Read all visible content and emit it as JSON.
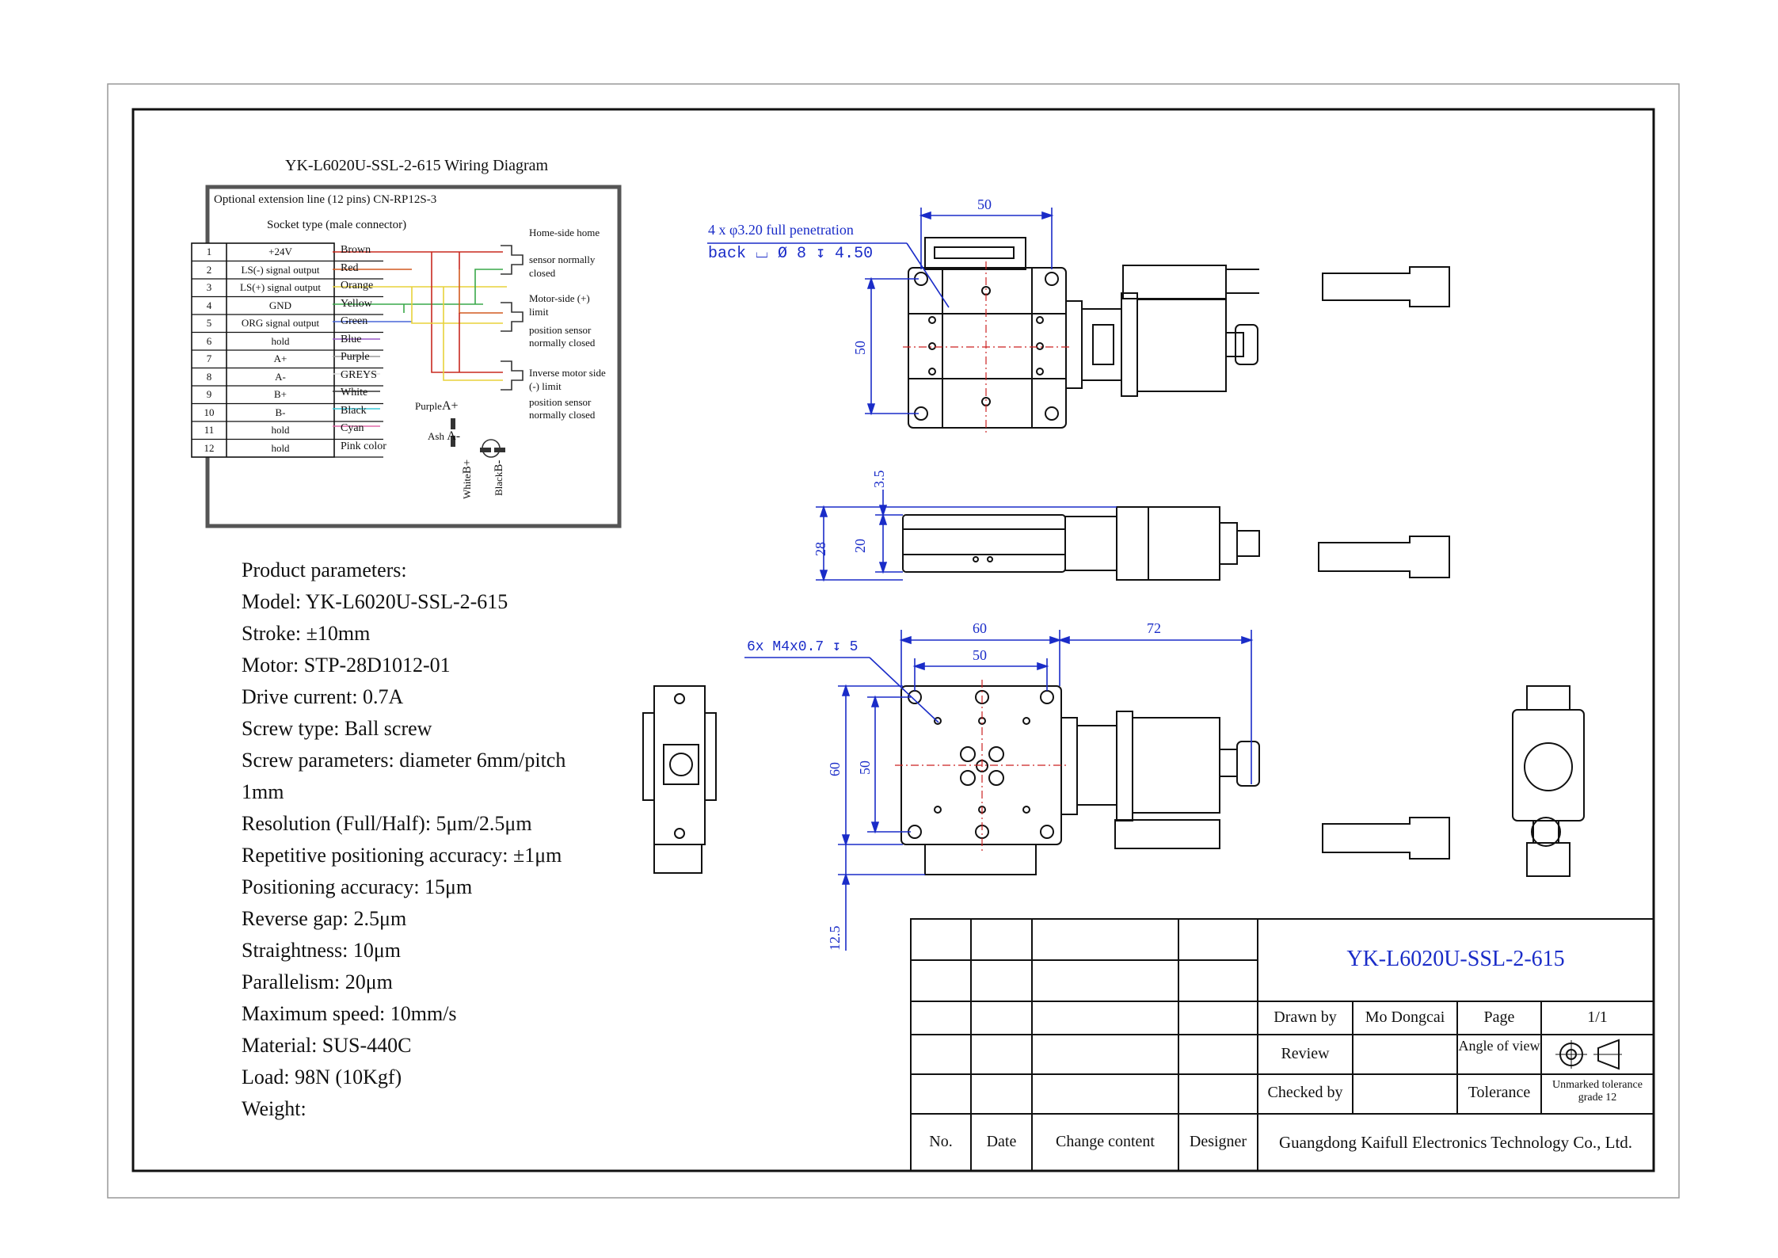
{
  "wiring": {
    "title": "YK-L6020U-SSL-2-615 Wiring Diagram",
    "ext_line": "Optional extension line (12 pins) CN-RP12S-3",
    "socket": "Socket type (male connector)",
    "pins": [
      {
        "n": "1",
        "sig": "+24V",
        "color": "Brown"
      },
      {
        "n": "2",
        "sig": "LS(-) signal output",
        "color": "Red"
      },
      {
        "n": "3",
        "sig": "LS(+) signal output",
        "color": "Orange"
      },
      {
        "n": "4",
        "sig": "GND",
        "color": "Yellow"
      },
      {
        "n": "5",
        "sig": "ORG signal output",
        "color": "Green"
      },
      {
        "n": "6",
        "sig": "hold",
        "color": "Blue"
      },
      {
        "n": "7",
        "sig": "A+",
        "color": "Purple"
      },
      {
        "n": "8",
        "sig": "A-",
        "color": "GREYS"
      },
      {
        "n": "9",
        "sig": "B+",
        "color": "White"
      },
      {
        "n": "10",
        "sig": "B-",
        "color": "Black"
      },
      {
        "n": "11",
        "sig": "hold",
        "color": "Cyan"
      },
      {
        "n": "12",
        "sig": "hold",
        "color": "Pink color"
      }
    ],
    "sensors": {
      "home_title": "Home-side home",
      "home_desc": [
        "sensor normally",
        "closed"
      ],
      "motor_desc": [
        "Motor-side (+)",
        "limit",
        "position sensor",
        "normally closed"
      ],
      "inverse_desc": [
        "Inverse motor side",
        "(-) limit",
        "position sensor",
        "normally closed"
      ]
    },
    "motor_leads": {
      "purple": "Purple",
      "a_plus": "A+",
      "ash": "Ash",
      "a_minus": "A-",
      "white": "White",
      "b_plus": "B+",
      "black": "Black",
      "b_minus": "B-"
    }
  },
  "params": [
    "Product parameters:",
    "Model: YK-L6020U-SSL-2-615",
    "Stroke: ±10mm",
    "Motor: STP-28D1012-01",
    "Drive current: 0.7A",
    "Screw type: Ball screw",
    "Screw parameters: diameter 6mm/pitch",
    "1mm",
    "Resolution (Full/Half): 5μm/2.5μm",
    "Repetitive positioning accuracy: ±1μm",
    "Positioning accuracy: 15μm",
    "Reverse gap: 2.5μm",
    "Straightness: 10μm",
    "Parallelism: 20μm",
    "Maximum speed: 10mm/s",
    "Material: SUS-440C",
    "Load: 98N (10Kgf)",
    "Weight:"
  ],
  "dims": {
    "top_hole_note_1": "4 x φ3.20 full penetration",
    "top_hole_note_2": "back ⌴ Ø 8 ↧ 4.50",
    "top_w": "50",
    "top_h": "50",
    "side_a": "3.5",
    "side_b": "28",
    "side_c": "20",
    "bot_note": "6x M4x0.7 ↧ 5",
    "bot_w60": "60",
    "bot_w50": "50",
    "bot_w72": "72",
    "bot_h60": "60",
    "bot_h50": "50",
    "bot_h12": "12.5"
  },
  "title_block": {
    "drawing_no": "YK-L6020U-SSL-2-615",
    "drawn_by_label": "Drawn by",
    "drawn_by": "Mo Dongcai",
    "page_label": "Page",
    "page": "1/1",
    "review": "Review",
    "angle_label": "Angle of view",
    "checked_by": "Checked by",
    "tolerance_label": "Tolerance",
    "tolerance": "Unmarked tolerance grade 12",
    "no": "No.",
    "date": "Date",
    "change": "Change content",
    "designer": "Designer",
    "company": "Guangdong Kaifull Electronics Technology Co., Ltd."
  }
}
